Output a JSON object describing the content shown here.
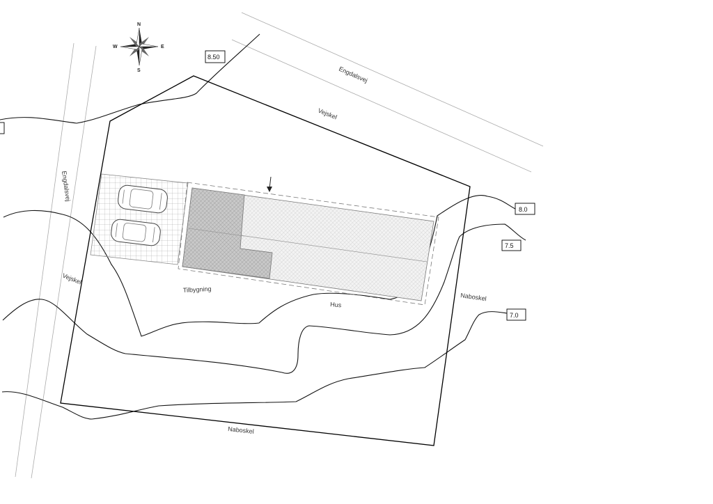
{
  "labels": {
    "road_top": "Engdalsvej",
    "road_left": "Engdalsvej",
    "vejskel_top": "Vejskel",
    "vejskel_left": "Vejskel",
    "naboskel_right": "Naboskel",
    "naboskel_bottom": "Naboskel",
    "tilbygning": "Tilbygning",
    "hus": "Hus"
  },
  "elevations": {
    "e850": "8.50",
    "e80": "8.0",
    "e75": "7.5",
    "e70": "7.0"
  },
  "compass": {
    "n": "N",
    "s": "S",
    "e": "E",
    "w": "W"
  }
}
